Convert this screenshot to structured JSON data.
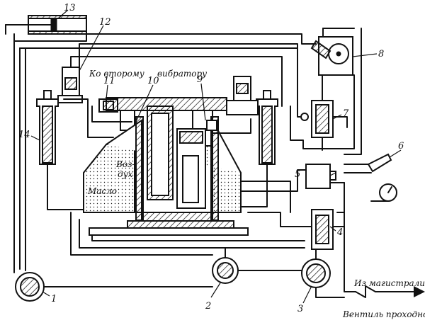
{
  "labels": {
    "n1": "1",
    "n2": "2",
    "n3": "3",
    "n4": "4",
    "n5": "5",
    "n6": "6",
    "n7": "7",
    "n8": "8",
    "n9": "9",
    "n10": "10",
    "n11": "11",
    "n12": "12",
    "n13": "13",
    "n14": "14",
    "to_second_vibrator_a": "Ко второму",
    "to_second_vibrator_b": "вибратору",
    "air_a": "Воз-",
    "air_b": "дух",
    "oil": "Масло",
    "from_main": "Из магистрали",
    "valve": "Вентиль проходной"
  },
  "colors": {
    "ink": "#111111",
    "paper": "#ffffff"
  }
}
